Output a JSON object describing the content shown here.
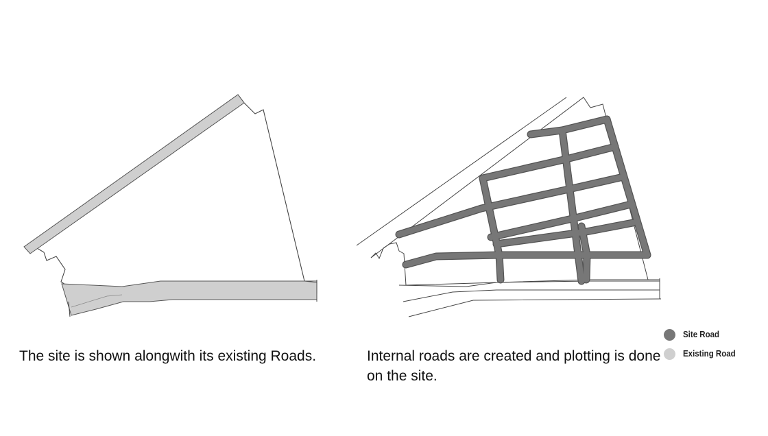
{
  "captions": {
    "left": "The site is shown alongwith its existing Roads.",
    "right": "Internal roads are created and plotting is done on the site."
  },
  "legend": {
    "site_road": {
      "label": "Site Road",
      "color": "#777777"
    },
    "existing_road": {
      "label": "Existing Road",
      "color": "#cfcfcf"
    }
  },
  "colors": {
    "outline": "#444444",
    "site_road_fill": "#777777",
    "existing_road_fill": "#cfcfcf",
    "background": "#ffffff"
  }
}
